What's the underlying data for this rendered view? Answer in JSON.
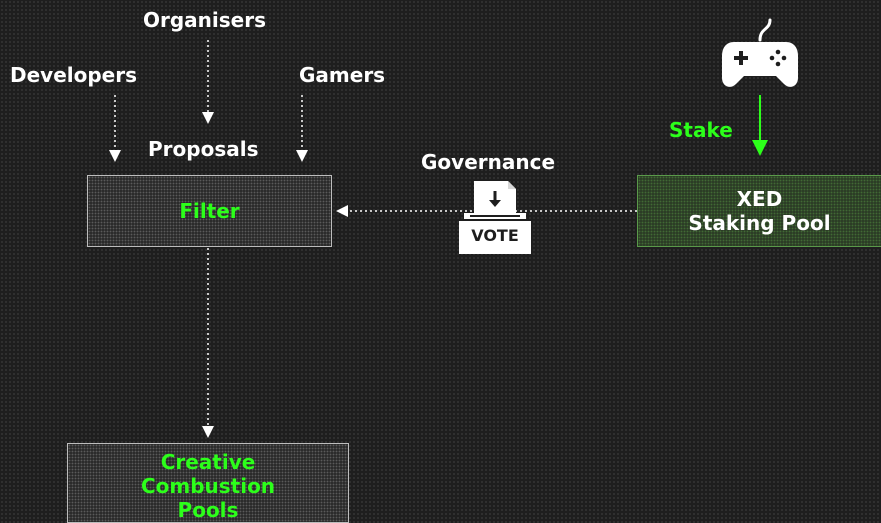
{
  "labels": {
    "organisers": "Organisers",
    "developers": "Developers",
    "gamers": "Gamers",
    "proposals": "Proposals",
    "governance": "Governance",
    "stake": "Stake"
  },
  "boxes": {
    "filter": "Filter",
    "staking_pool_line1": "XED",
    "staking_pool_line2": "Staking Pool",
    "creative_line1": "Creative",
    "creative_line2": "Combustion",
    "creative_line3": "Pools"
  },
  "ballot": {
    "vote_label": "VOTE"
  },
  "icons": {
    "gamepad": "gamepad-icon",
    "ballot_box": "ballot-box-icon"
  },
  "colors": {
    "accent_green": "#2cff1a",
    "text_white": "#ffffff",
    "background": "#1e1e1e"
  }
}
